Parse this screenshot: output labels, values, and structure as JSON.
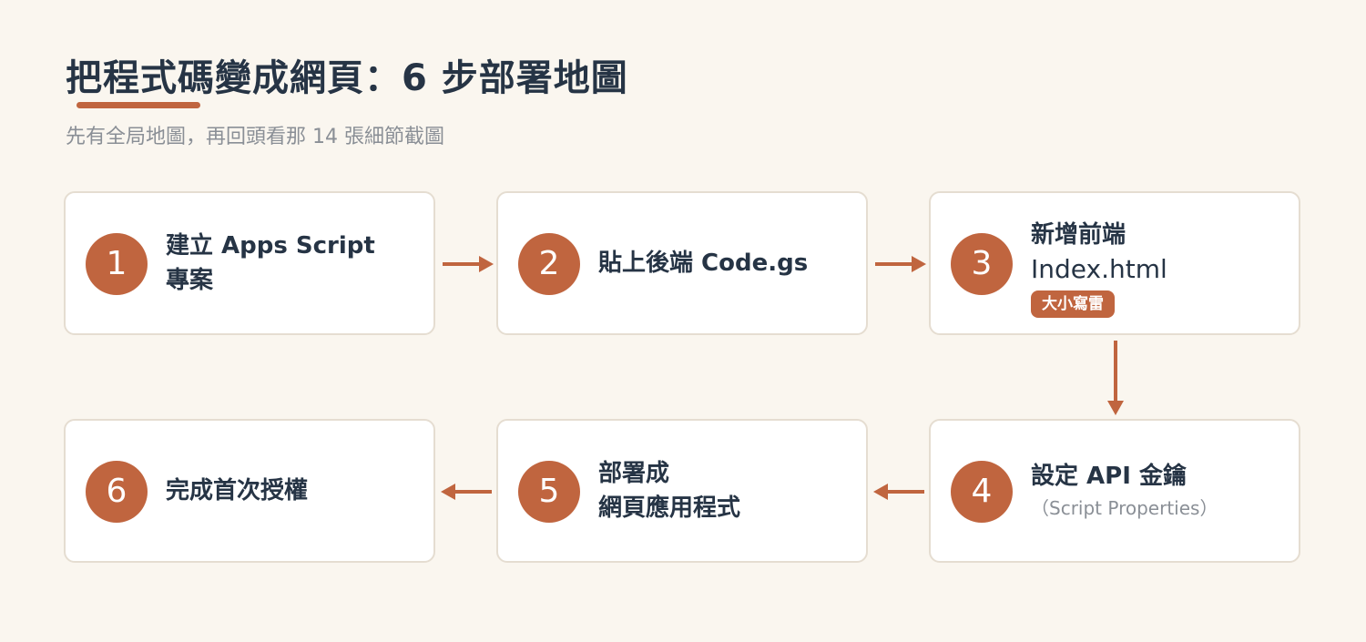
{
  "title": "把程式碼變成網頁：6 步部署地圖",
  "subtitle": "先有全局地圖，再回頭看那 14 張細節截圖",
  "steps": [
    {
      "number": "1",
      "lines": [
        "建立 Apps Script",
        "專案"
      ]
    },
    {
      "number": "2",
      "lines": [
        "貼上後端 Code.gs"
      ]
    },
    {
      "number": "3",
      "lines": [
        "新增前端",
        "Index.html"
      ],
      "badge": "大小寫雷"
    },
    {
      "number": "4",
      "lines": [
        "設定 API 金鑰"
      ],
      "note": "（Script Properties）"
    },
    {
      "number": "5",
      "lines": [
        "部署成",
        "網頁應用程式"
      ]
    },
    {
      "number": "6",
      "lines": [
        "完成首次授權"
      ]
    }
  ],
  "colors": {
    "accent": "#c0653f",
    "background": "#faf6ef",
    "text": "#263445"
  }
}
